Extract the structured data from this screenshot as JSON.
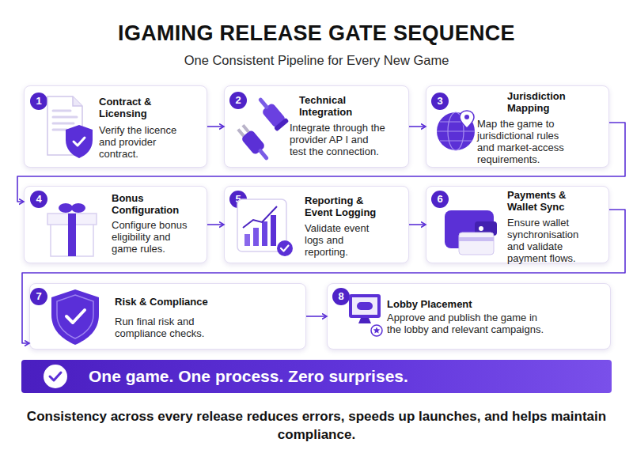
{
  "diagram": {
    "title": "IGAMING RELEASE GATE SEQUENCE",
    "caption": "Consistency across every release reduces errors, speeds up launches, and helps maintain compliance.",
    "nodes": [
      {
        "text": [
          "1",
          "Contract & Licensing",
          "Verify the licence and provider contract."
        ]
      },
      {
        "text": [
          "2",
          "Technical Integration",
          "Integrate through the provider AP I and test the connection."
        ]
      },
      {
        "text": [
          "3",
          "Jurisdiction Mapping",
          "Map the game to jurisdictional rules and market-access requirements."
        ]
      },
      {
        "text": [
          "4",
          "Bonus Configuration",
          "Configure bonus eligibility and game rules."
        ]
      },
      {
        "text": [
          "5",
          "Reporting & Event Logging",
          "Validate event logs and reporting."
        ]
      },
      {
        "text": [
          "6",
          "Payments & Wallet Sync",
          "Ensure wallet synchronisation and validate payment flows."
        ]
      },
      {
        "text": [
          "7",
          "Risk & Compliance",
          "Run final risk and compliance checks."
        ]
      },
      {
        "text": [
          "8",
          "Lobby Placement",
          "Approve and publish the game in the lobby and relevant campaigns."
        ]
      },
      {
        "text": [
          "One game. One process. Zero surprises."
        ]
      }
    ],
    "edges": [
      {
        "from": 0,
        "to": 1,
        "arrow": "to"
      },
      {
        "from": 1,
        "to": 2,
        "arrow": "to"
      },
      {
        "from": 2,
        "to": 3,
        "arrow": "to"
      },
      {
        "from": 3,
        "to": 4,
        "arrow": "to"
      },
      {
        "from": 4,
        "to": 5,
        "arrow": "to"
      },
      {
        "from": 5,
        "to": 6,
        "arrow": "to"
      },
      {
        "from": 6,
        "to": 7,
        "arrow": "to"
      }
    ],
    "labels": [
      "One Consistent Pipeline for Every New Game"
    ]
  }
}
